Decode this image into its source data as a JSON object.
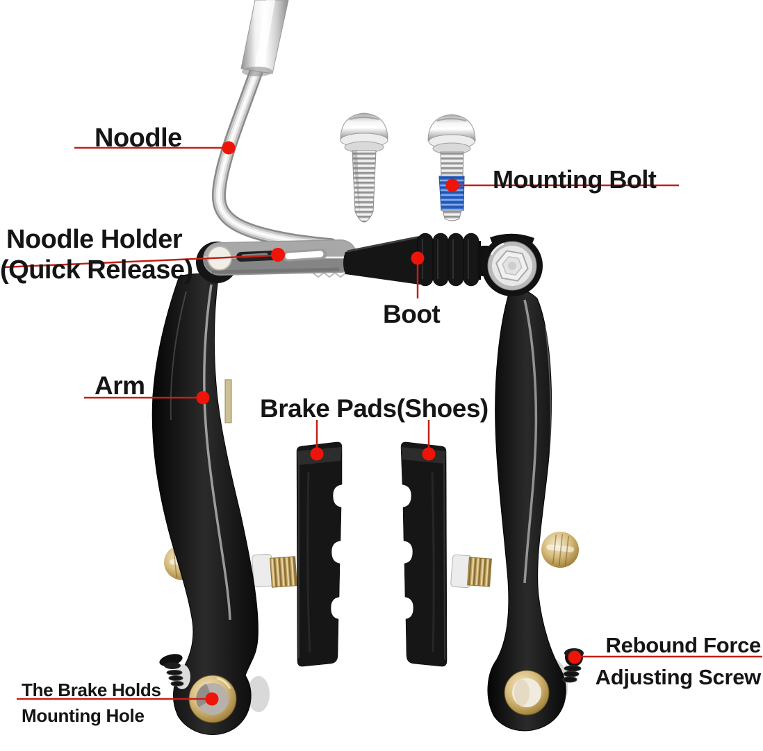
{
  "page": {
    "background": "#ffffff",
    "type": "labeled product diagram",
    "subject": "bicycle v-brake caliper set"
  },
  "colors": {
    "leader_line_red": "#c22018",
    "marker_dot_red": "#ee1409",
    "label_text": "#151515",
    "threadlock_blue": "#3a72cf",
    "brass_gold": "#c9a75f",
    "part_black": "#161616",
    "silver": "#d9d9d9"
  },
  "labels": {
    "noodle": "Noodle",
    "mounting_bolt": "Mounting Bolt",
    "noodle_holder": {
      "line1": "Noodle Holder",
      "line2": "(Quick Release)"
    },
    "boot": "Boot",
    "arm": "Arm",
    "brake_pads": "Brake Pads(Shoes)",
    "mounting_hole": {
      "line1": "The Brake Holds",
      "line2": "Mounting Hole"
    },
    "rebound_screw": {
      "line1": "Rebound Force",
      "line2": "Adjusting Screw"
    }
  }
}
